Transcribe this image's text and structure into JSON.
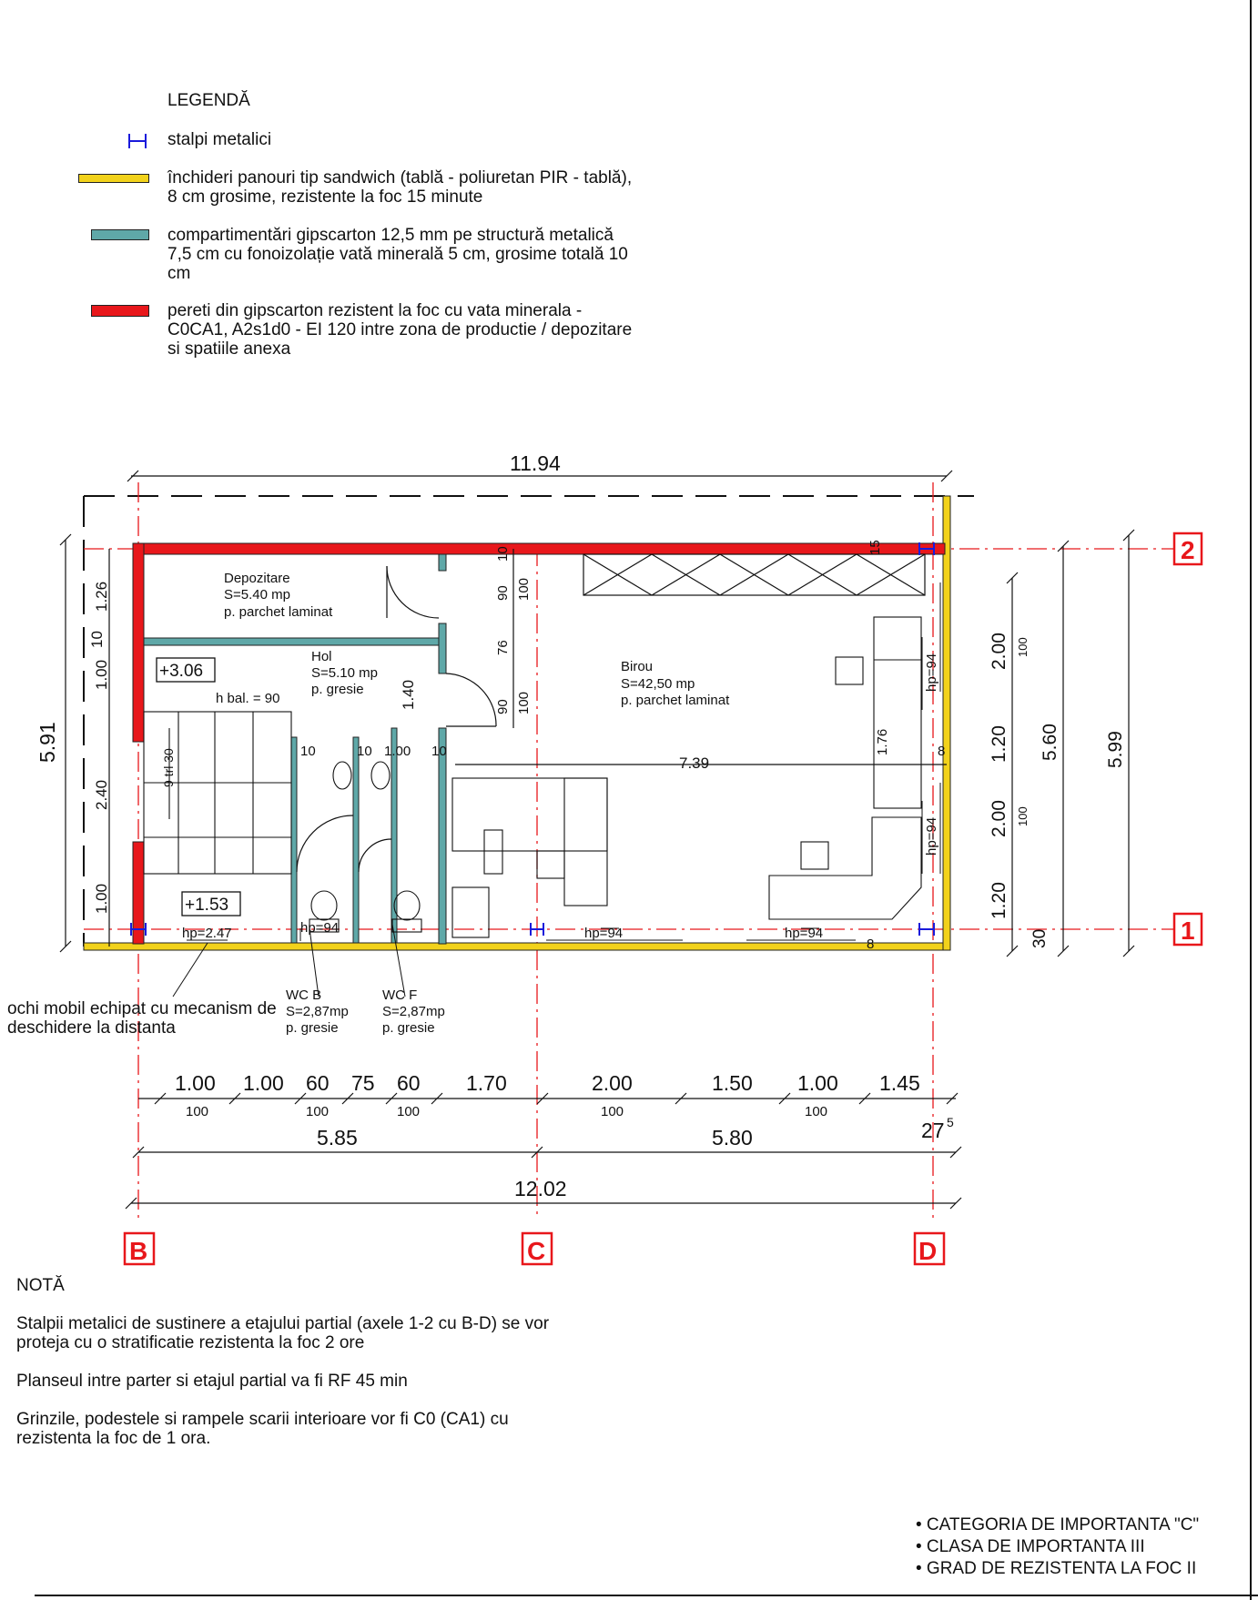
{
  "legend": {
    "title": "LEGENDĂ",
    "items": [
      {
        "label": "stalpi metalici",
        "color": "#1a1adb"
      },
      {
        "label": "închideri panouri tip sandwich (tablă - poliuretan PIR - tablă), 8 cm grosime, rezistente la foc 15 minute",
        "color": "#f2d21b"
      },
      {
        "label": "compartimentări gipscarton 12,5 mm pe structură metalică 7,5 cm cu fonoizolație vată minerală 5 cm, grosime totală 10 cm",
        "color": "#5fa8a8"
      },
      {
        "label": "pereti din gipscarton rezistent la foc cu vata minerala - C0CA1, A2s1d0 - EI 120 intre zona de productie / depozitare si spatiile anexa",
        "color": "#e8171b"
      }
    ]
  },
  "rooms": {
    "depozitare": {
      "name": "Depozitare",
      "area": "S=5.40 mp",
      "floor": "p. parchet laminat"
    },
    "hol": {
      "name": "Hol",
      "area": "S=5.10 mp",
      "floor": "p. gresie"
    },
    "birou": {
      "name": "Birou",
      "area": "S=42,50 mp",
      "floor": "p. parchet laminat"
    },
    "wcb": {
      "name": "WC B",
      "area": "S=2,87mp",
      "floor": "p. gresie"
    },
    "wcf": {
      "name": "WC F",
      "area": "S=2,87mp",
      "floor": "p. gresie"
    }
  },
  "levels": {
    "upper": "+3.06",
    "lower": "+1.53",
    "hbal": "h bal. = 90",
    "stairs": "9 trl 30"
  },
  "hp": {
    "left": "hp=2.47",
    "wc": "hp=94",
    "front1": "hp=94",
    "front2": "hp=94",
    "side1": "hp=94",
    "side2": "hp=94"
  },
  "annotation": {
    "window": "ochi mobil echipat cu mecanism de deschidere la distanta"
  },
  "dims": {
    "top_overall": "11.94",
    "left_height": "5.91",
    "left_segments": [
      "1.26",
      "10",
      "1.00",
      "2.40",
      "1.00"
    ],
    "right_segments": [
      "2.00",
      "100",
      "1.20",
      "2.00",
      "100",
      "1.20",
      "30"
    ],
    "right_total_inner": "5.60",
    "right_total_outer": "5.99",
    "inner_v": [
      "10",
      "90",
      "100",
      "76",
      "90",
      "100"
    ],
    "inner_misc": [
      "15",
      "7.39",
      "1.40",
      "8",
      "8",
      "1.76",
      "10",
      "10",
      "1.00",
      "10"
    ],
    "bottom_row1": [
      "1.00",
      "1.00",
      "60",
      "75",
      "60",
      "1.70",
      "2.00",
      "1.50",
      "1.00",
      "1.45"
    ],
    "bottom_row1_sub": [
      "100",
      "100",
      "100",
      "100",
      "100"
    ],
    "bottom_row2": [
      "5.85",
      "5.80",
      "27"
    ],
    "bottom_row2_sup": "5",
    "bottom_total": "12.02"
  },
  "axes": {
    "b": "B",
    "c": "C",
    "d": "D",
    "one": "1",
    "two": "2",
    "color": "#e8171b"
  },
  "notes": {
    "title": "NOTĂ",
    "p1": "Stalpii metalici de sustinere a etajului partial (axele 1-2 cu B-D) se vor proteja cu o stratificatie rezistenta la foc 2 ore",
    "p2": "Planseul intre parter si etajul partial va fi RF 45 min",
    "p3": "Grinzile, podestele si rampele scarii interioare vor fi C0 (CA1) cu rezistenta la foc de 1 ora."
  },
  "categories": [
    "• CATEGORIA DE IMPORTANTA \"C\"",
    "• CLASA DE IMPORTANTA III",
    "• GRAD DE REZISTENTA LA FOC II"
  ]
}
